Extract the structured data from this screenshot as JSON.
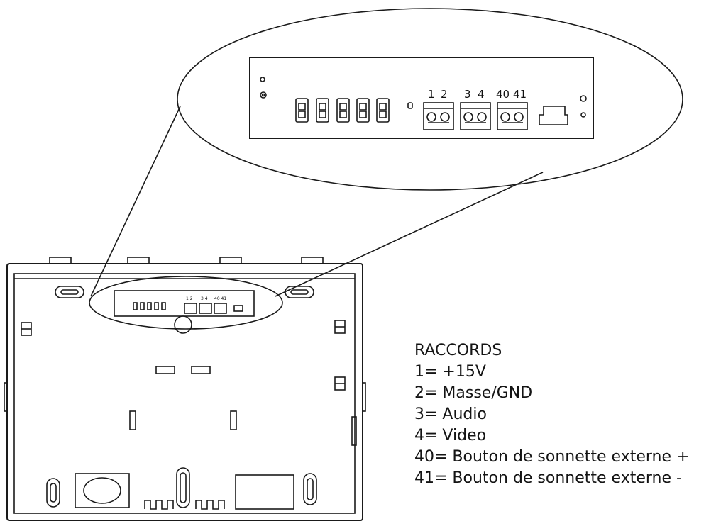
{
  "terminal_labels": {
    "t1": "1",
    "t2": "2",
    "t3": "3",
    "t4": "4",
    "t40": "40",
    "t41": "41"
  },
  "legend": {
    "title": "RACCORDS",
    "items": [
      "1= +15V",
      "2= Masse/GND",
      "3= Audio",
      "4= Video",
      "40= Bouton de sonnette externe +",
      "41= Bouton de sonnette externe -"
    ]
  },
  "line_color": "#1a1a1a"
}
